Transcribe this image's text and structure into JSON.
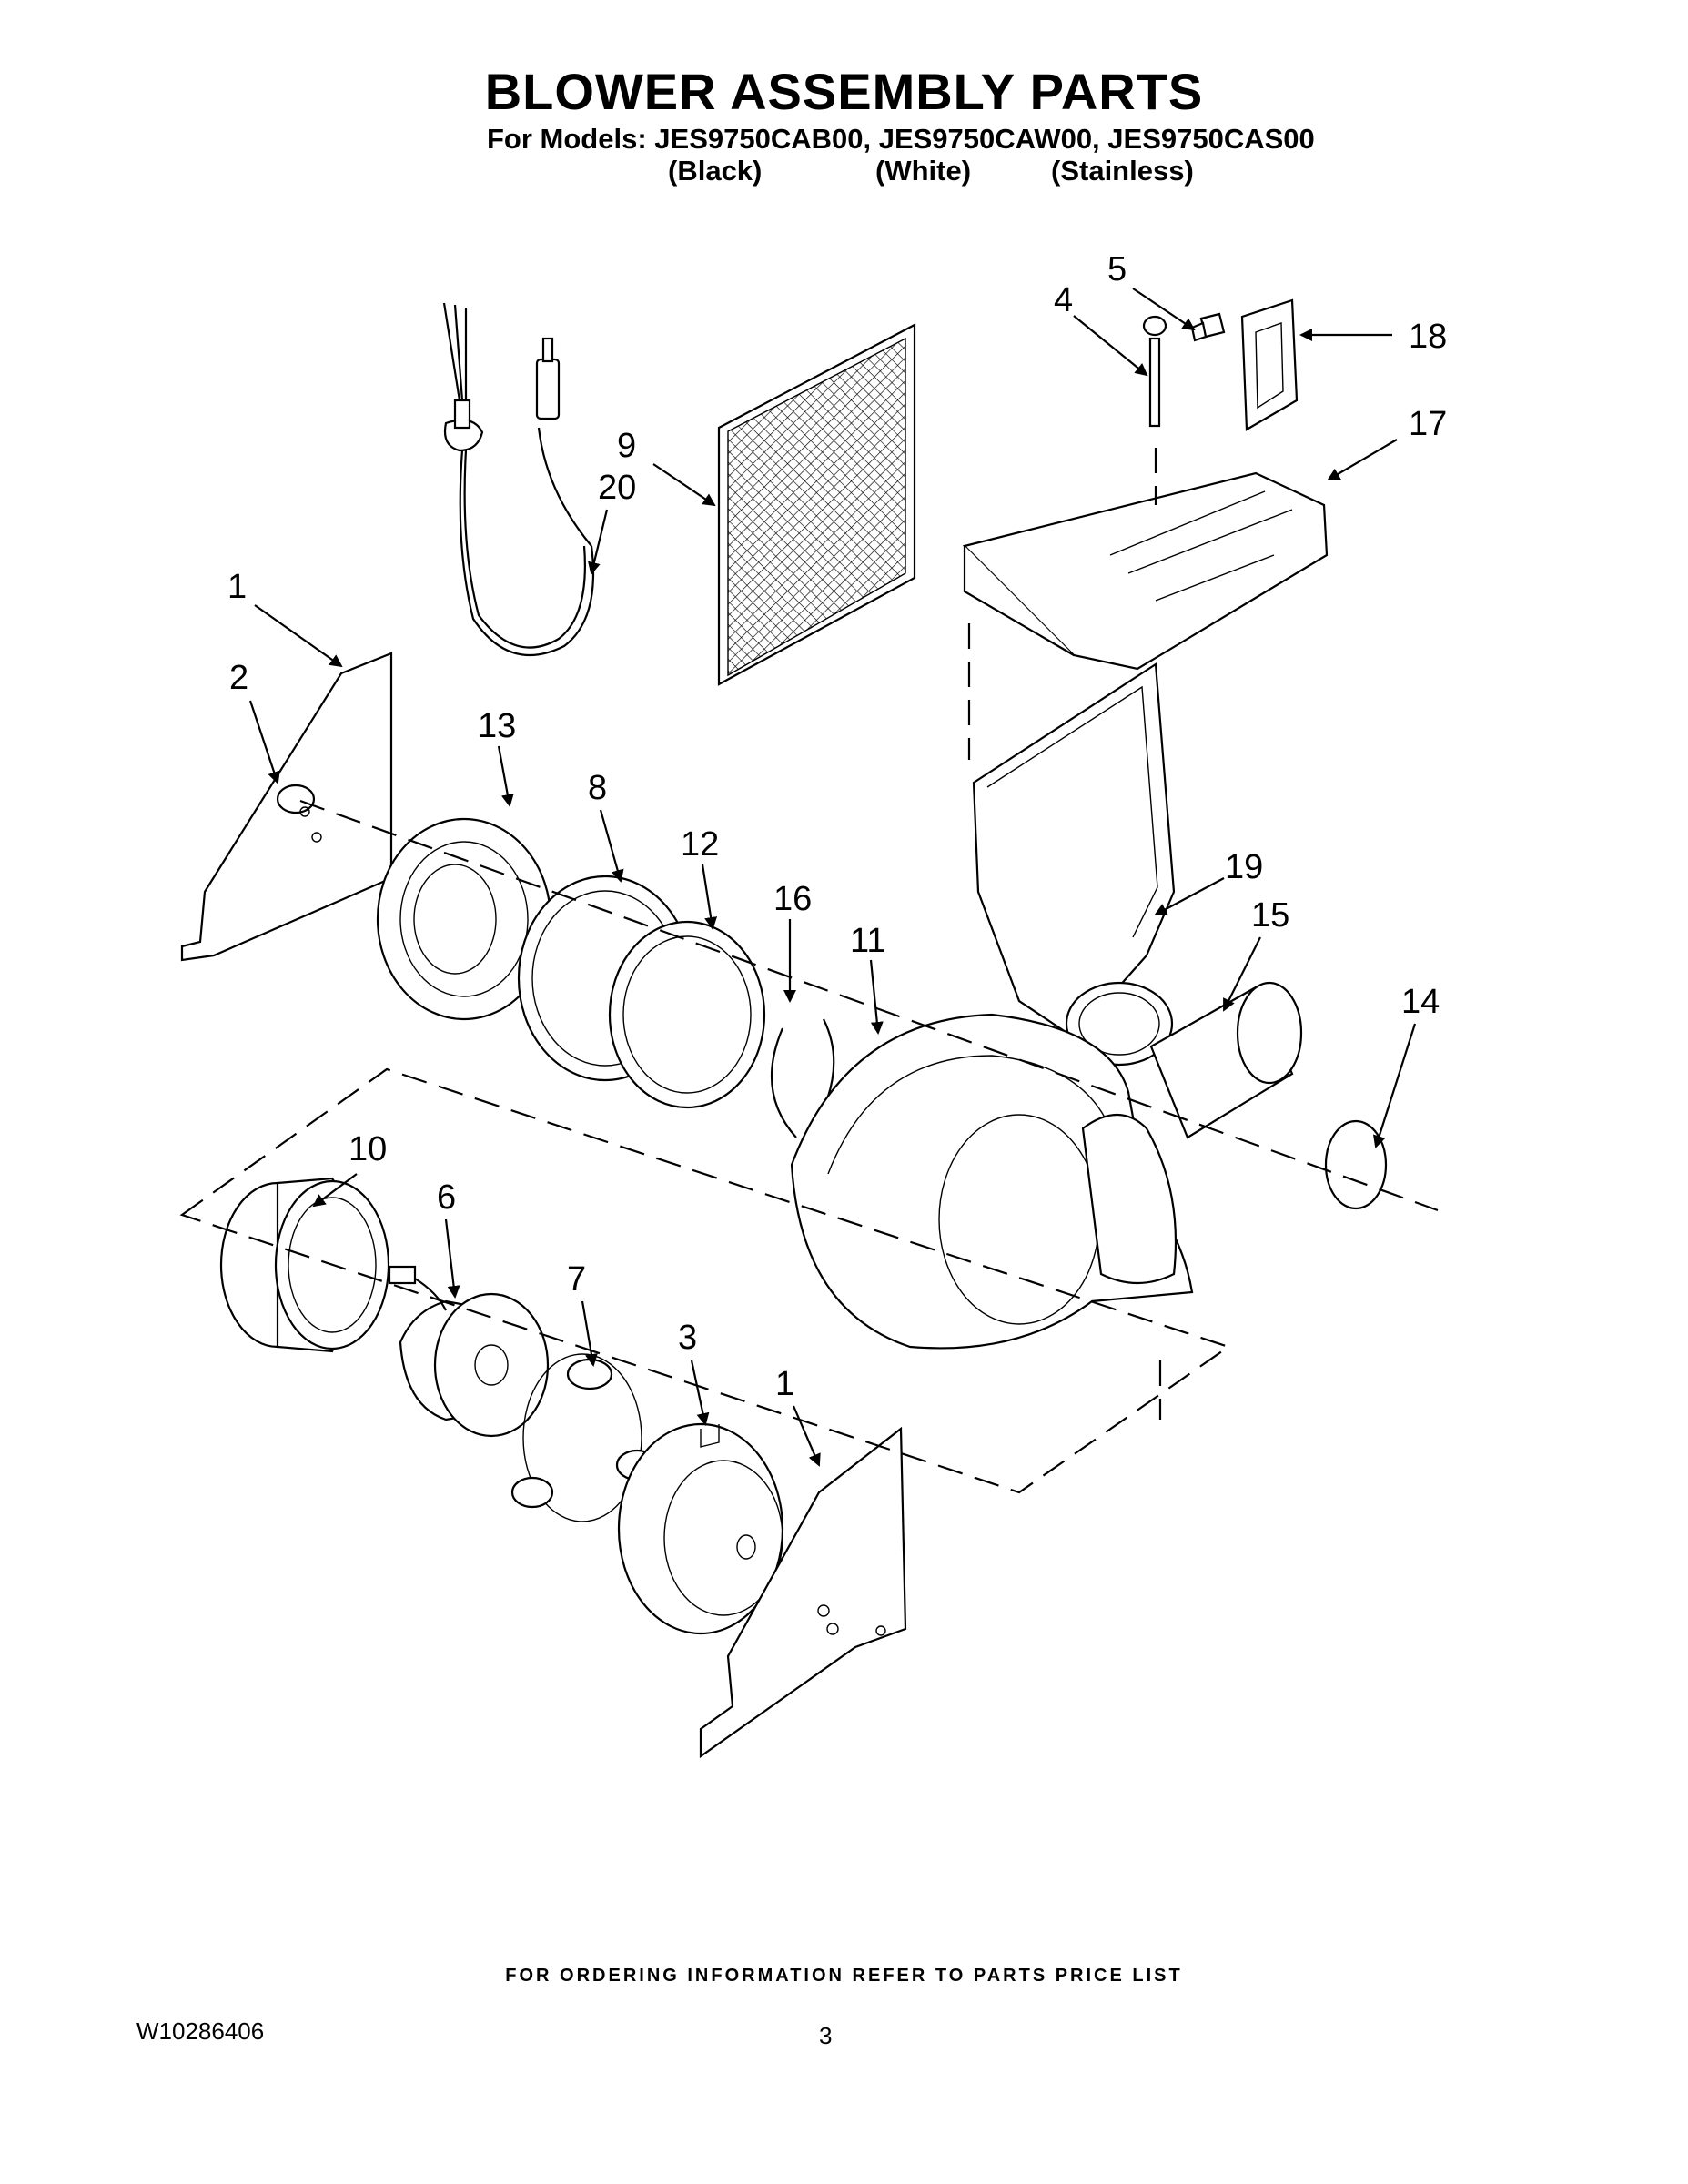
{
  "header": {
    "title": "BLOWER ASSEMBLY PARTS",
    "models_line": "For Models: JES9750CAB00, JES9750CAW00, JES9750CAS00",
    "variants": [
      "(Black)",
      "(White)",
      "(Stainless)"
    ]
  },
  "callouts": [
    "1",
    "2",
    "13",
    "8",
    "12",
    "16",
    "11",
    "9",
    "20",
    "4",
    "5",
    "18",
    "17",
    "19",
    "15",
    "14",
    "10",
    "6",
    "7",
    "3",
    "1"
  ],
  "footer": {
    "note": "FOR ORDERING INFORMATION REFER TO PARTS PRICE LIST",
    "doc_number": "W10286406",
    "page_number": "3"
  }
}
